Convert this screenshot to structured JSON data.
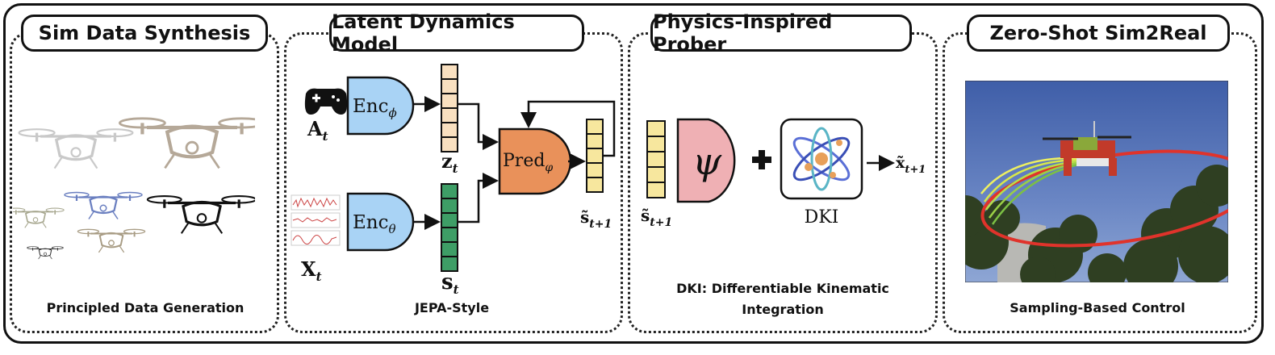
{
  "panels": [
    {
      "title": "Sim Data Synthesis",
      "caption": "Principled Data Generation"
    },
    {
      "title": "Latent Dynamics Model",
      "caption": "JEPA-Style"
    },
    {
      "title": "Physics-Inspired Prober",
      "caption_line1": "DKI: Differentiable  Kinematic",
      "caption_line2": "Integration"
    },
    {
      "title": "Zero-Shot Sim2Real",
      "caption": "Sampling-Based Control"
    }
  ],
  "model": {
    "enc_phi": "Enc",
    "enc_phi_sub": "ϕ",
    "enc_theta": "Enc",
    "enc_theta_sub": "θ",
    "pred": "Pred",
    "pred_sub": "φ",
    "A_label": "A",
    "A_sub": "t",
    "X_label": "X",
    "X_sub": "t",
    "z_label": "z",
    "z_sub": "t",
    "s_label": "s",
    "s_sub": "t",
    "s_next_label": "s̃",
    "s_next_sub": "t+1"
  },
  "prober": {
    "s_next_label": "s̃",
    "s_next_sub": "t+1",
    "psi": "ψ",
    "dki_label": "DKI",
    "x_next_label": "x̃",
    "x_next_sub": "t+1"
  },
  "colors": {
    "enc": "#a9d3f5",
    "pred": "#e9915a",
    "z_cells": "#f9e0c0",
    "s_cells": "#3e9e66",
    "s_next_cells": "#f7e79e",
    "psi": "#efb0b4",
    "trajectory_red": "#e0332b",
    "trajectory_green": "#b8e04a"
  },
  "icons": [
    "drone-icon",
    "gamepad-icon",
    "timeseries-plot-icon",
    "atom-icon",
    "plus-icon",
    "drone-photo"
  ]
}
